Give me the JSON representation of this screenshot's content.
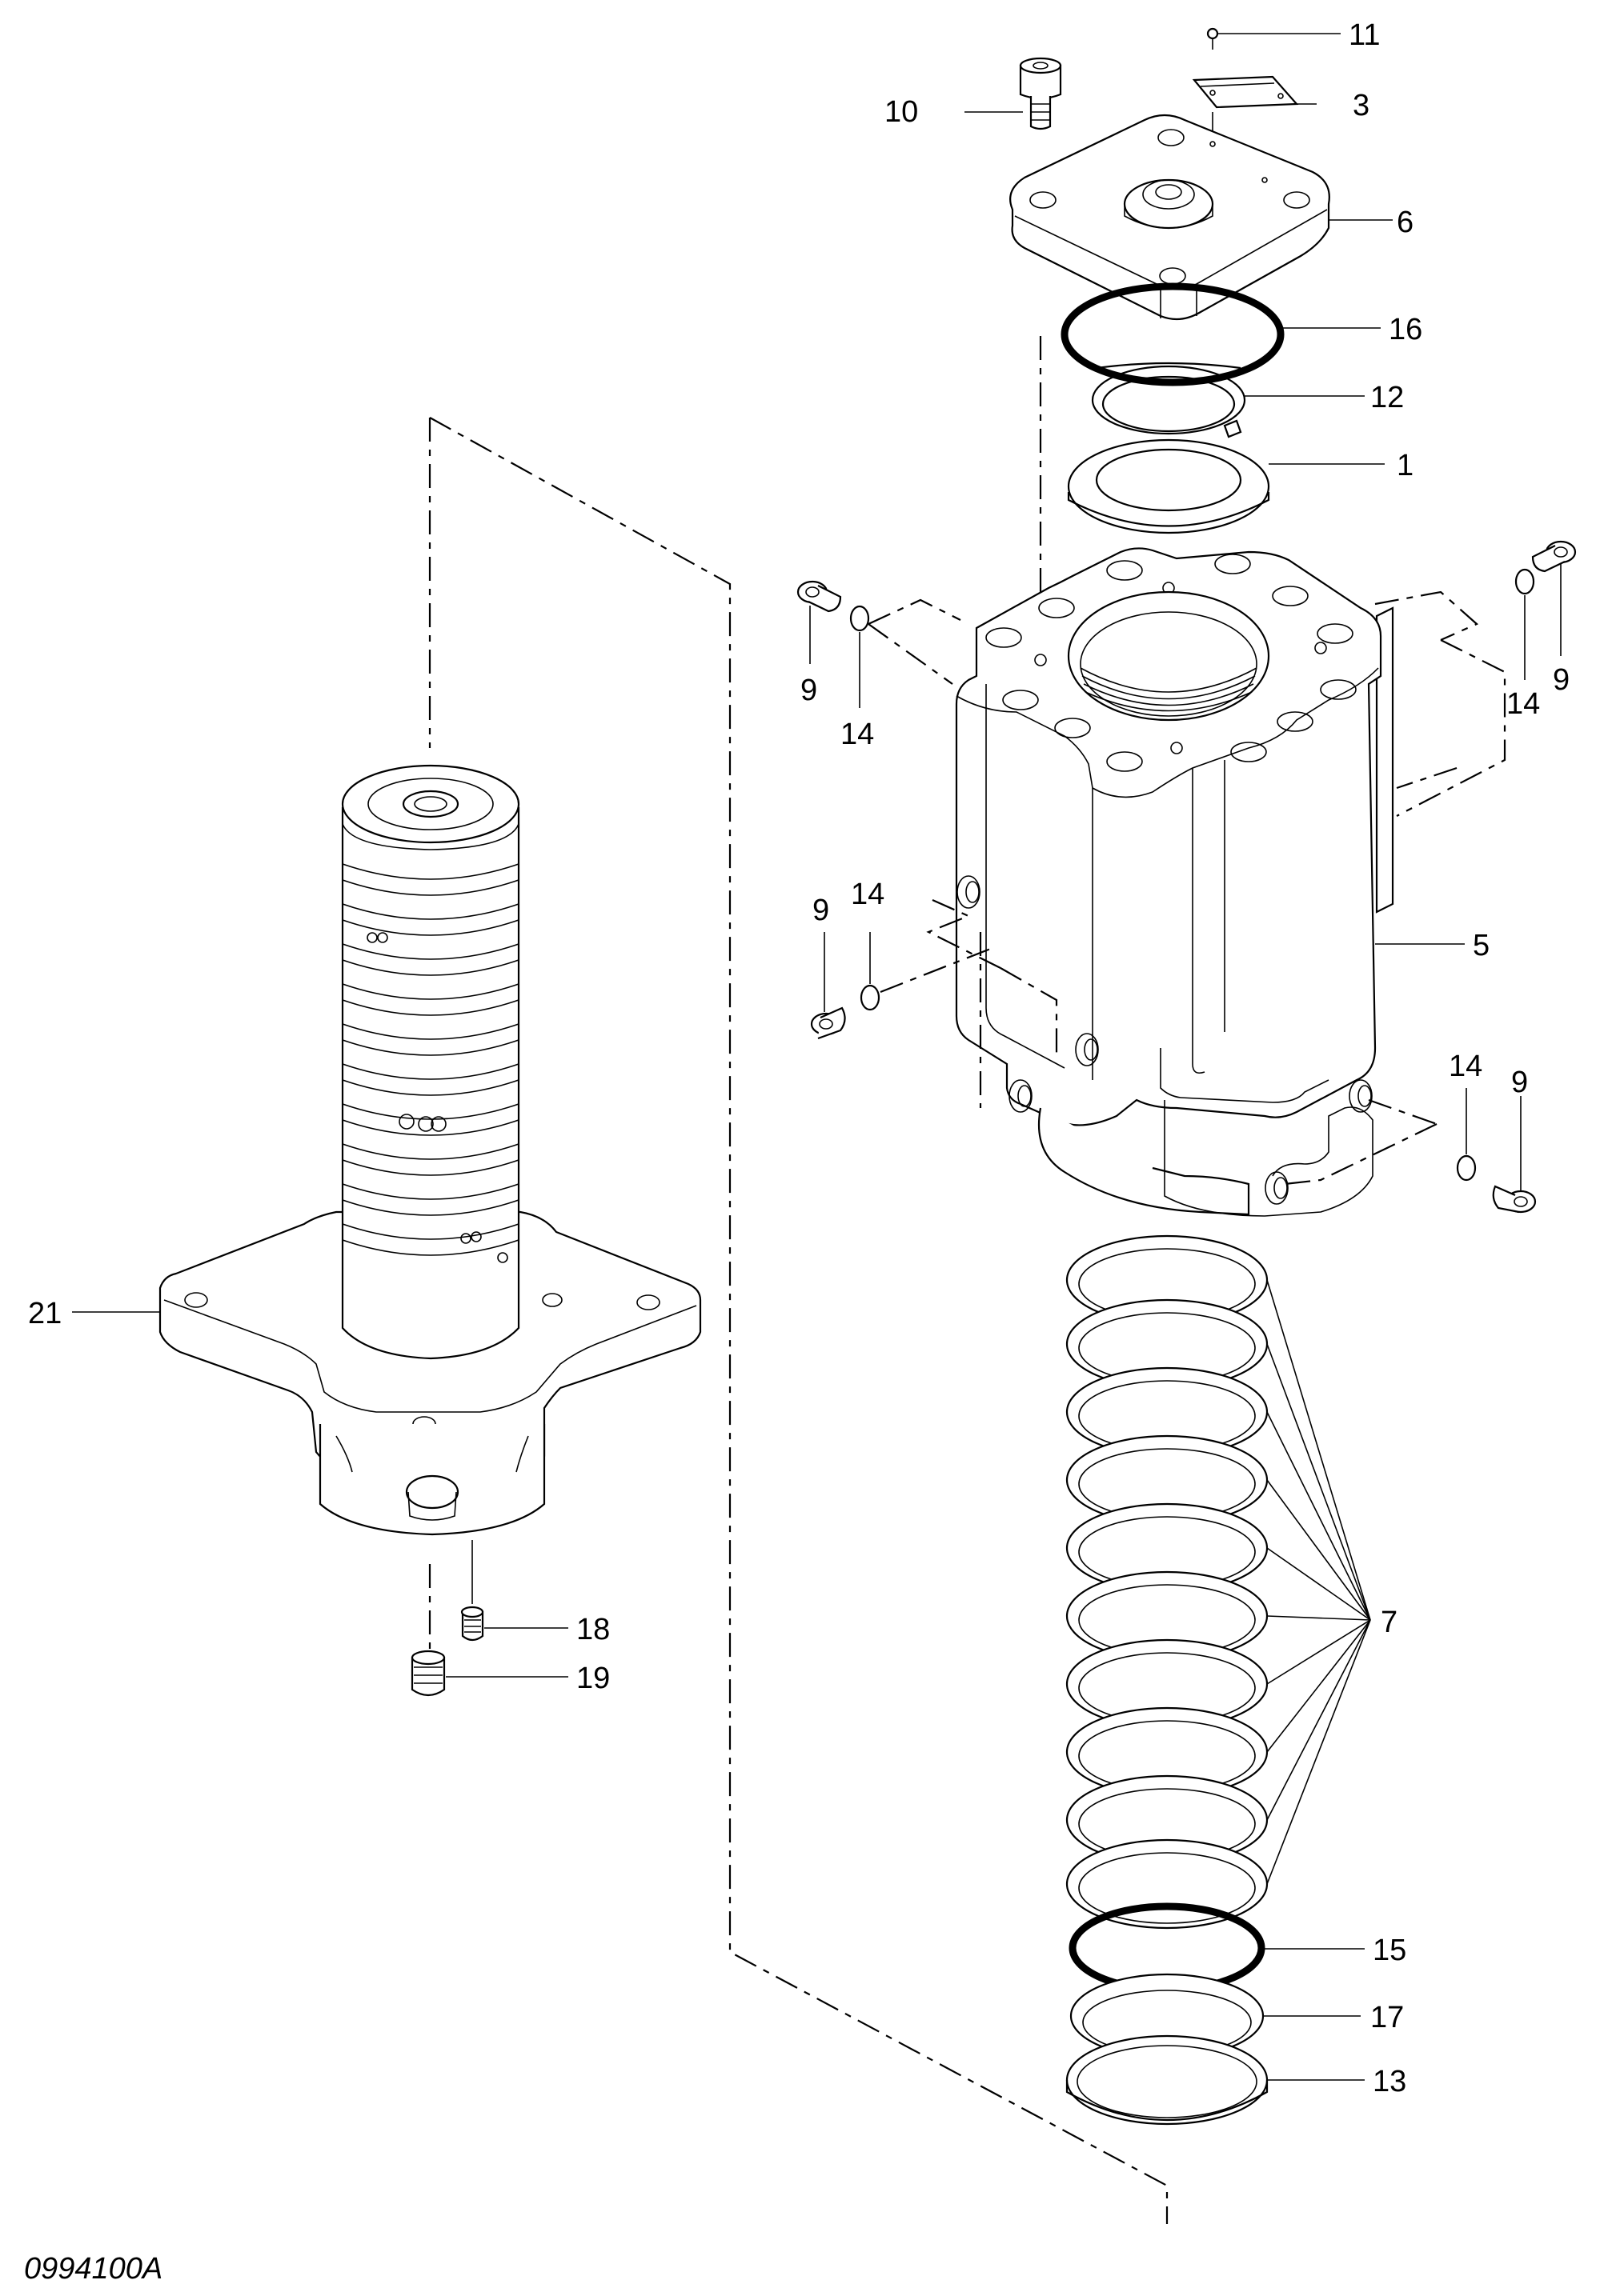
{
  "drawing_code": "0994100A",
  "labels": {
    "p1": "1",
    "p3": "3",
    "p5": "5",
    "p6": "6",
    "p7": "7",
    "p9": "9",
    "p10": "10",
    "p11": "11",
    "p12": "12",
    "p13": "13",
    "p14": "14",
    "p15": "15",
    "p16": "16",
    "p17": "17",
    "p18": "18",
    "p19": "19",
    "p21": "21"
  },
  "colors": {
    "ink": "#000000",
    "paper": "#ffffff"
  }
}
